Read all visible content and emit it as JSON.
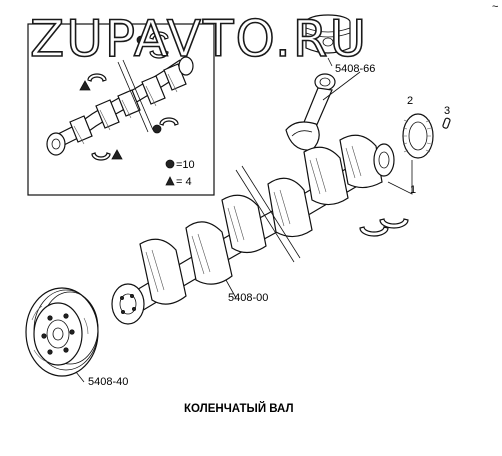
{
  "watermark": "ZUPAVTO.RU",
  "labels": {
    "piston_rod": "5408-66",
    "crankshaft": "5408-00",
    "pulley": "5408-40",
    "gear": "2",
    "key": "3",
    "assembly": "1"
  },
  "legend": {
    "circle_text": "=10",
    "triangle_text": "= 4"
  },
  "caption": "КОЛЕНЧАТЫЙ ВАЛ",
  "corner_mark": "~"
}
